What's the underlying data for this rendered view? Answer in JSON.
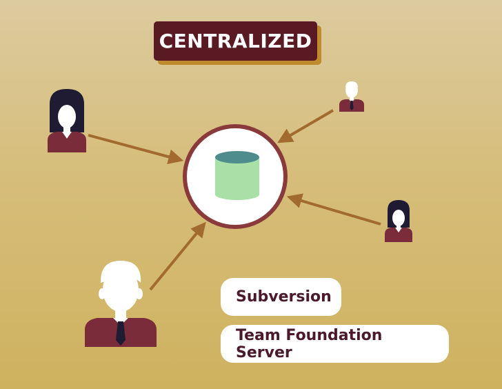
{
  "title": "CENTRALIZED",
  "center": {
    "icon": "database-icon"
  },
  "users": [
    {
      "icon": "woman-user-icon"
    },
    {
      "icon": "man-user-icon"
    },
    {
      "icon": "woman-user-icon"
    },
    {
      "icon": "man-user-icon"
    }
  ],
  "tools": [
    "Subversion",
    "Team Foundation Server"
  ],
  "colors": {
    "title_bg": "#5a1a23",
    "title_shadow": "#c08a2e",
    "hub_ring": "#8a3a3a",
    "database": "#a8e0a8",
    "database_top": "#4f8c8e",
    "arrow": "#a26a2e",
    "user_body": "#7a2c3a",
    "pill_text": "#4a1a2c"
  }
}
